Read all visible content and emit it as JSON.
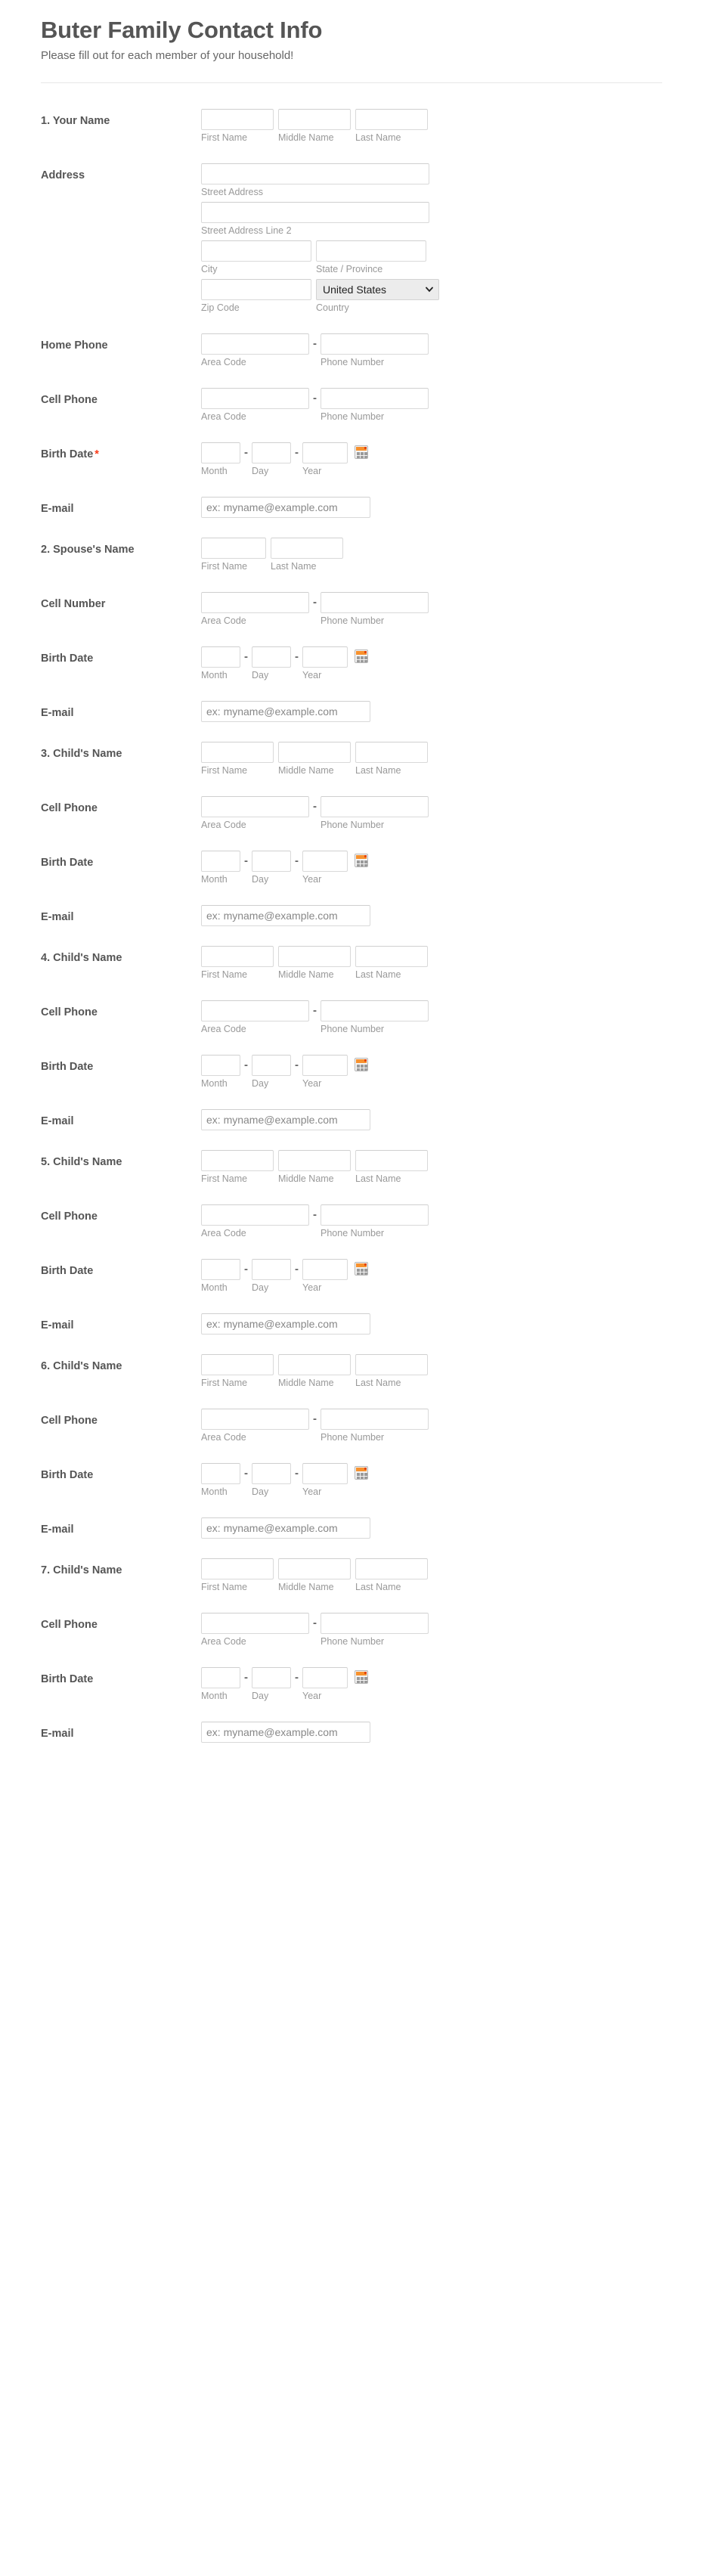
{
  "header": {
    "title": "Buter Family Contact Info",
    "subtitle": "Please fill out for each member of your household!"
  },
  "sublabels": {
    "first_name": "First Name",
    "middle_name": "Middle Name",
    "last_name": "Last Name",
    "street_address": "Street Address",
    "street_address_2": "Street Address Line 2",
    "city": "City",
    "state": "State / Province",
    "zip": "Zip Code",
    "country": "Country",
    "area_code": "Area Code",
    "phone_number": "Phone Number",
    "month": "Month",
    "day": "Day",
    "year": "Year"
  },
  "labels": {
    "your_name": "1. Your Name",
    "address": "Address",
    "home_phone": "Home Phone",
    "cell_phone": "Cell Phone",
    "cell_number": "Cell Number",
    "birth_date": "Birth Date",
    "email": "E-mail",
    "spouse_name": "2. Spouse's Name",
    "child3": "3. Child's Name",
    "child4": "4. Child's Name",
    "child5": "5. Child's Name",
    "child6": "6. Child's Name",
    "child7": "7. Child's Name"
  },
  "values": {
    "country_selected": "United States",
    "email_placeholder": "ex: myname@example.com",
    "required_marker": "*",
    "dash": "-"
  },
  "country_options": [
    "United States"
  ],
  "colors": {
    "label": "#555555",
    "sublabel": "#999999",
    "required": "#fb3a17",
    "border": "#d9d9d9",
    "select_bg": "#ececec",
    "calendar_accent": "#f7922f"
  },
  "icons": {
    "calendar": "calendar-icon",
    "chevron": "chevron-down-icon"
  }
}
